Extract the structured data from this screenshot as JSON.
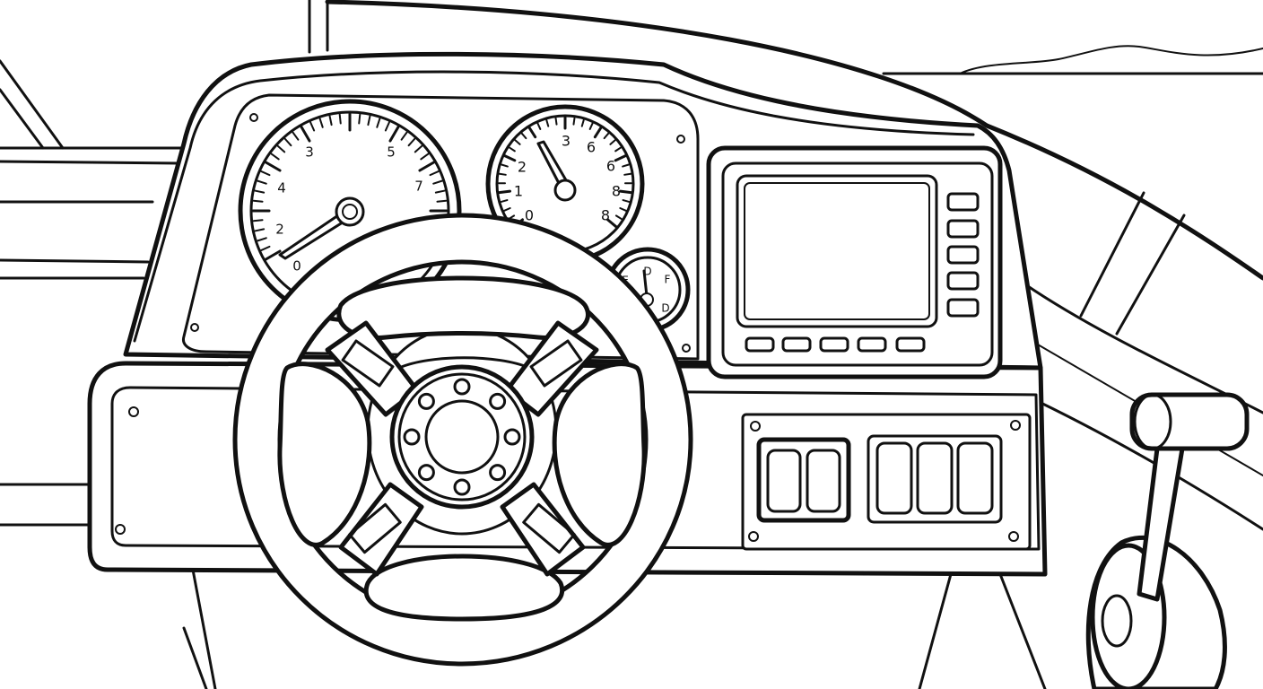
{
  "tachometer": {
    "labels": [
      "0",
      "2",
      "4",
      "3",
      "5",
      "7"
    ]
  },
  "speedometer": {
    "labels": [
      "0",
      "1",
      "2",
      "3",
      "6",
      "6",
      "8",
      "8"
    ]
  },
  "fuel_gauge": {
    "labels": [
      "E",
      "D",
      "F",
      "D"
    ]
  },
  "colors": {
    "ink": "#111111",
    "paper": "#ffffff"
  },
  "icons": {
    "steering": "steering-wheel-icon",
    "throttle": "throttle-lever-icon"
  }
}
